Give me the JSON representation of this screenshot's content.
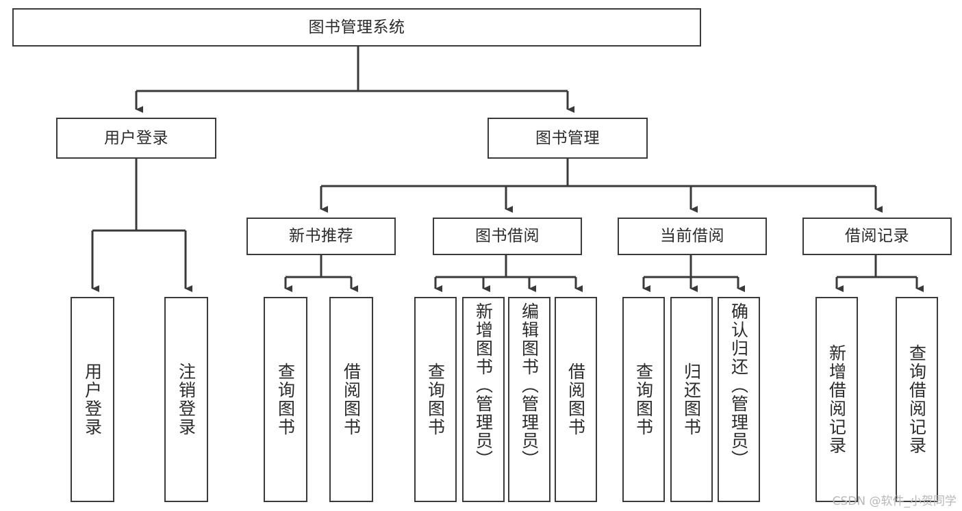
{
  "diagram": {
    "title": "图书管理系统",
    "type": "tree-hierarchy-diagram",
    "watermark": "CSDN @软件_小贺同学",
    "style": {
      "box_border_color": "#3a3a3a",
      "box_fill": "#ffffff",
      "line_color": "#3a3a3a",
      "background": "#ffffff",
      "text_color": "#2b2b2b"
    },
    "root": {
      "label": "图书管理系统",
      "level": 0
    },
    "level1": [
      {
        "label": "用户登录"
      },
      {
        "label": "图书管理"
      }
    ],
    "level2": [
      {
        "label": "新书推荐",
        "parent": "图书管理"
      },
      {
        "label": "图书借阅",
        "parent": "图书管理"
      },
      {
        "label": "当前借阅",
        "parent": "图书管理"
      },
      {
        "label": "借阅记录",
        "parent": "图书管理"
      }
    ],
    "leaves": {
      "用户登录": [
        {
          "label": "用户登录"
        },
        {
          "label": "注销登录"
        }
      ],
      "新书推荐": [
        {
          "label": "查询图书"
        },
        {
          "label": "借阅图书"
        }
      ],
      "图书借阅": [
        {
          "label": "查询图书"
        },
        {
          "label": "新增图书（管理员）"
        },
        {
          "label": "编辑图书（管理员）"
        },
        {
          "label": "借阅图书"
        }
      ],
      "当前借阅": [
        {
          "label": "查询图书"
        },
        {
          "label": "归还图书"
        },
        {
          "label": "确认归还（管理员）"
        }
      ],
      "借阅记录": [
        {
          "label": "新增借阅记录"
        },
        {
          "label": "查询借阅记录"
        }
      ]
    }
  }
}
